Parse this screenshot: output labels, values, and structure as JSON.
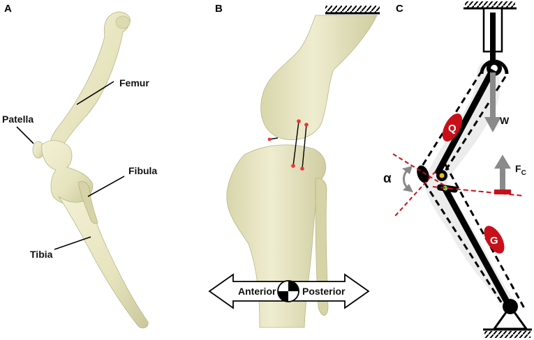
{
  "panels": {
    "a": {
      "letter": "A",
      "labels": {
        "femur": "Femur",
        "patella": "Patella",
        "fibula": "Fibula",
        "tibia": "Tibia"
      }
    },
    "b": {
      "letter": "B",
      "direction": {
        "anterior": "Anterior",
        "posterior": "Posterior"
      }
    },
    "c": {
      "letter": "C",
      "muscles": {
        "quadriceps": "Q",
        "gastrocnemius": "G"
      },
      "forces": {
        "weight": "W",
        "contact_main": "F",
        "contact_sub": "C"
      },
      "angle": "α"
    }
  },
  "colors": {
    "bone": "#e8e6c2",
    "bone_shade": "#c9c79a",
    "muscle_red": "#c8101a",
    "force_gray": "#8a8a8a",
    "dashed_red": "#c8101a",
    "joint_yellow": "#f2c200",
    "joint_green": "#7ed957"
  }
}
